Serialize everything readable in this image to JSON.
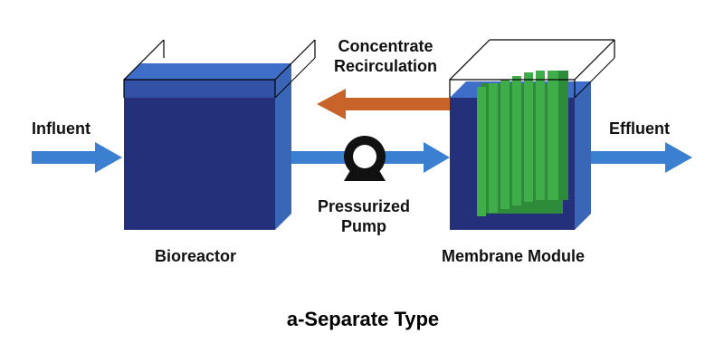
{
  "labels": {
    "influent": "Influent",
    "effluent": "Effluent",
    "concentrate_line1": "Concentrate",
    "concentrate_line2": "Recirculation",
    "pump_line1": "Pressurized",
    "pump_line2": "Pump",
    "bioreactor": "Bioreactor",
    "membrane_module": "Membrane Module"
  },
  "caption": "a-Separate Type",
  "colors": {
    "flow_arrow": "#3b7fd0",
    "recirculation_arrow": "#c8642a",
    "tank_front": "#25307a",
    "tank_top": "#3f6ec8",
    "tank_side": "#3a66b8",
    "membrane_green": "#3fae4a",
    "pump": "#111111"
  },
  "icons": {
    "pump": "pump-icon",
    "membrane": "membrane-plates-icon"
  }
}
